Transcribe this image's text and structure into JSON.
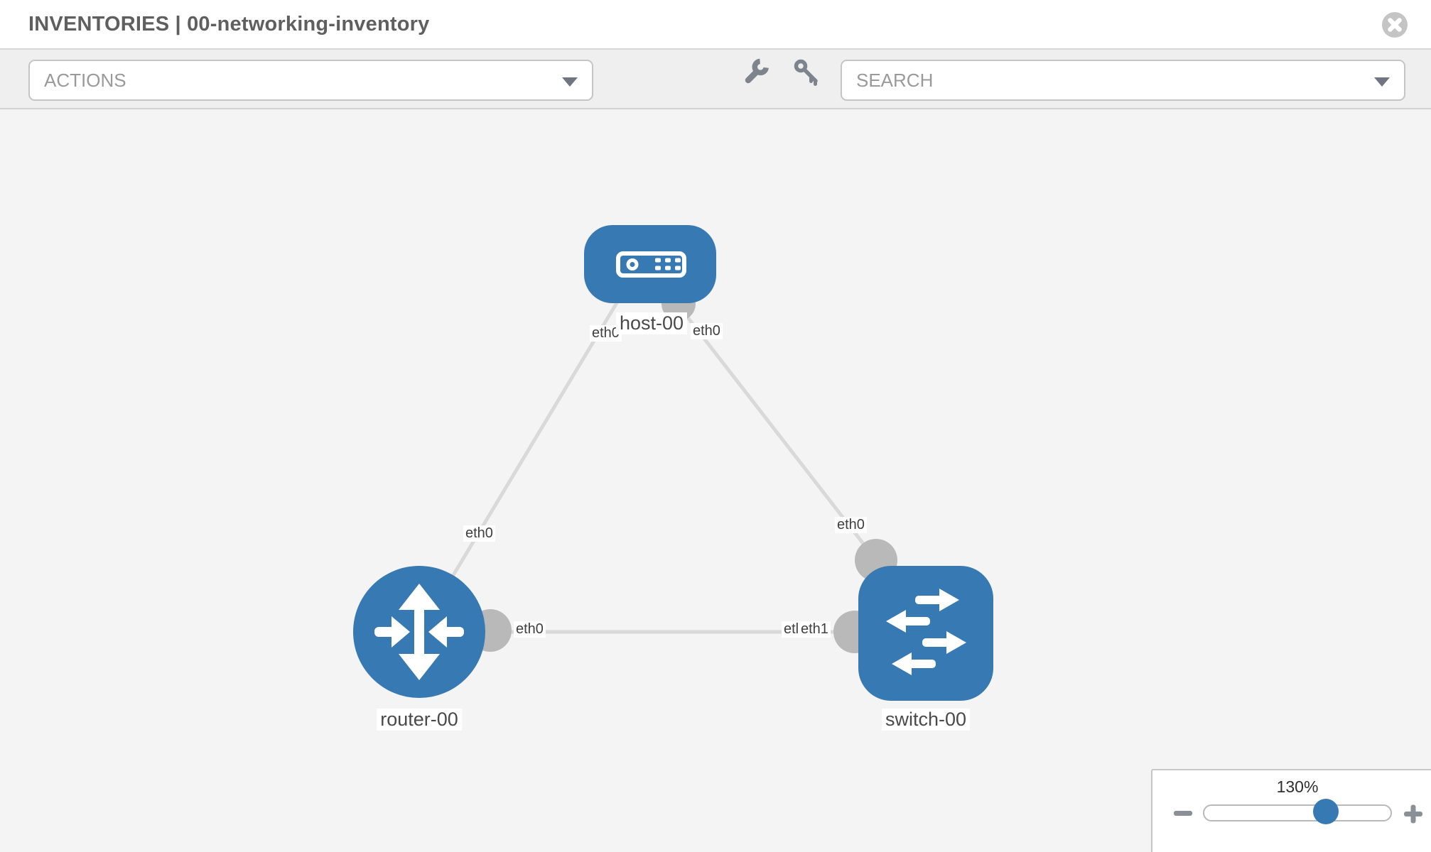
{
  "header": {
    "title": "INVENTORIES | 00-networking-inventory"
  },
  "toolbar": {
    "actions_label": "ACTIONS",
    "search_placeholder": "SEARCH",
    "icon_names": [
      "wrench-icon",
      "key-icon"
    ]
  },
  "canvas": {
    "nodes": [
      {
        "name": "host-00",
        "type": "host"
      },
      {
        "name": "router-00",
        "type": "router"
      },
      {
        "name": "switch-00",
        "type": "switch"
      }
    ],
    "links": [
      {
        "from": "host-00",
        "from_iface": "eth0",
        "to": "router-00",
        "to_iface": "eth0"
      },
      {
        "from": "host-00",
        "from_iface": "eth0",
        "to": "switch-00",
        "to_iface": "eth0"
      },
      {
        "from": "router-00",
        "from_iface": "eth0",
        "to": "switch-00",
        "to_iface": "eth1"
      }
    ],
    "interface_labels": [
      {
        "pos": "host-left",
        "text": "eth0"
      },
      {
        "pos": "host-right",
        "text": "eth0"
      },
      {
        "pos": "router-top",
        "text": "eth0"
      },
      {
        "pos": "switch-top",
        "text": "eth0"
      },
      {
        "pos": "link-router-side",
        "text": "eth0"
      },
      {
        "pos": "link-switch-side-occluded",
        "text": "etl"
      },
      {
        "pos": "link-switch-side",
        "text": "eth1"
      }
    ]
  },
  "zoom": {
    "level": "130%"
  },
  "colors": {
    "node_blue": "#3779b2",
    "edge_gray": "#d9d9d9",
    "port_gray": "#b9b9b9",
    "toolbar_bg": "#efefef",
    "canvas_bg": "#f4f4f4",
    "icon_gray": "#7d848d",
    "placeholder_gray": "#9a9a9a",
    "title_gray": "#5f5f5f"
  }
}
